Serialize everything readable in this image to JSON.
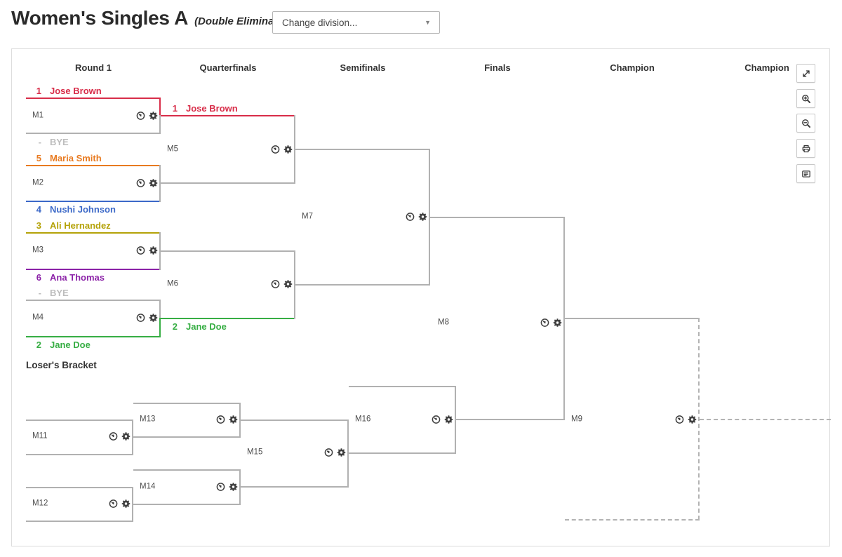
{
  "title": "Women's Singles A",
  "subtitle": "(Double Elimination)",
  "division_dropdown": {
    "value": "Change division..."
  },
  "columns": [
    "Round 1",
    "Quarterfinals",
    "Semifinals",
    "Finals",
    "Champion",
    "Champion"
  ],
  "losers_heading": "Loser's Bracket",
  "toolbar": {
    "buttons": [
      "expand",
      "zoom-in",
      "zoom-out",
      "print",
      "match-details"
    ]
  },
  "colors": {
    "seed1_red": "#d82d49",
    "seed2_green": "#37ae44",
    "seed3_olive": "#b4a208",
    "seed4_blue": "#3c69c8",
    "seed5_orange": "#e87a20",
    "seed6_purple": "#8c23a8",
    "bye_gray": "#bdbdbd",
    "line_gray": "#b1b1b1"
  },
  "matches": {
    "m1": {
      "label": "M1",
      "top": {
        "seed": "1",
        "name": "Jose Brown",
        "color": "#d82d49"
      },
      "bottom": {
        "seed": "-",
        "name": "BYE",
        "color": "#bdbdbd"
      }
    },
    "m2": {
      "label": "M2",
      "top": {
        "seed": "5",
        "name": "Maria Smith",
        "color": "#e87a20"
      },
      "bottom": {
        "seed": "4",
        "name": "Nushi Johnson",
        "color": "#3c69c8"
      }
    },
    "m3": {
      "label": "M3",
      "top": {
        "seed": "3",
        "name": "Ali Hernandez",
        "color": "#b4a208"
      },
      "bottom": {
        "seed": "6",
        "name": "Ana Thomas",
        "color": "#8c23a8"
      }
    },
    "m4": {
      "label": "M4",
      "top": {
        "seed": "-",
        "name": "BYE",
        "color": "#bdbdbd"
      },
      "bottom": {
        "seed": "2",
        "name": "Jane Doe",
        "color": "#37ae44"
      }
    },
    "m5": {
      "label": "M5",
      "advancing_top": {
        "seed": "1",
        "name": "Jose Brown",
        "color": "#d82d49"
      }
    },
    "m6": {
      "label": "M6",
      "advancing_bottom": {
        "seed": "2",
        "name": "Jane Doe",
        "color": "#37ae44"
      }
    },
    "m7": {
      "label": "M7"
    },
    "m8": {
      "label": "M8"
    },
    "m9": {
      "label": "M9"
    },
    "m11": {
      "label": "M11"
    },
    "m12": {
      "label": "M12"
    },
    "m13": {
      "label": "M13"
    },
    "m14": {
      "label": "M14"
    },
    "m15": {
      "label": "M15"
    },
    "m16": {
      "label": "M16"
    }
  }
}
